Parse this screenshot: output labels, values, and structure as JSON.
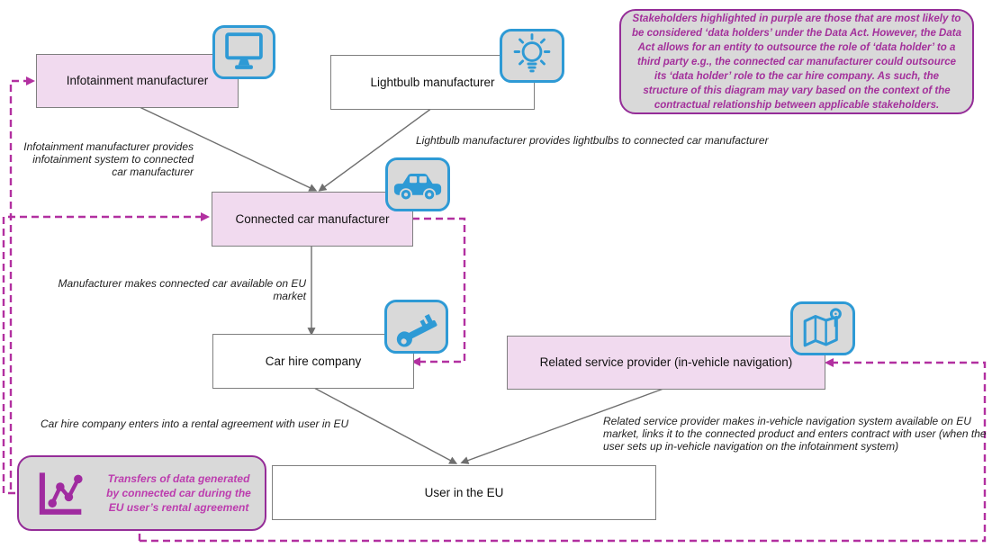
{
  "nodes": {
    "infotainment": {
      "label": "Infotainment manufacturer",
      "highlighted": true,
      "icon": "monitor-icon"
    },
    "lightbulb": {
      "label": "Lightbulb manufacturer",
      "highlighted": false,
      "icon": "lightbulb-icon"
    },
    "connected_car": {
      "label": "Connected car manufacturer",
      "highlighted": true,
      "icon": "car-icon"
    },
    "car_hire": {
      "label": "Car hire company",
      "highlighted": false,
      "icon": "key-icon"
    },
    "related_service": {
      "label": "Related service provider (in-vehicle navigation)",
      "highlighted": true,
      "icon": "map-icon"
    },
    "user_eu": {
      "label": "User in the EU",
      "highlighted": false
    }
  },
  "captions": {
    "infotainment_to_ccm": "Infotainment manufacturer provides infotainment system to connected car manufacturer",
    "lightbulb_to_ccm": "Lightbulb manufacturer provides lightbulbs to connected car manufacturer",
    "ccm_to_market": "Manufacturer makes connected car available on EU market",
    "carhire_to_user": "Car hire company enters into a rental agreement with user in EU",
    "rsp_to_user": "Related service provider makes in-vehicle navigation system available on EU market, links it to the connected product and enters contract with user (when the user sets up in-vehicle navigation on the infotainment system)"
  },
  "note": {
    "text": "Stakeholders highlighted in purple are those that are most likely to be considered ‘data holders’ under the Data Act. However, the Data Act allows for an entity to outsource the role of ‘data holder’ to a third party e.g., the connected car manufacturer could outsource its ‘data holder’ role to the car hire company. As such, the structure of this diagram may vary based on the context of the contractual relationship between applicable stakeholders."
  },
  "legend": {
    "icon": "line-chart-icon",
    "text": "Transfers of data generated by connected car during the EU user’s rental agreement"
  },
  "colors": {
    "highlight_fill": "#F1DAEF",
    "node_border": "#7F7F7F",
    "icon_blue": "#2E9AD5",
    "tile_fill": "#D9D9D9",
    "note_border": "#952D98",
    "note_text": "#A3309B",
    "legend_text": "#BC3CAE",
    "data_transfer_line": "#B230A0",
    "flow_line": "#6E6E6E"
  }
}
